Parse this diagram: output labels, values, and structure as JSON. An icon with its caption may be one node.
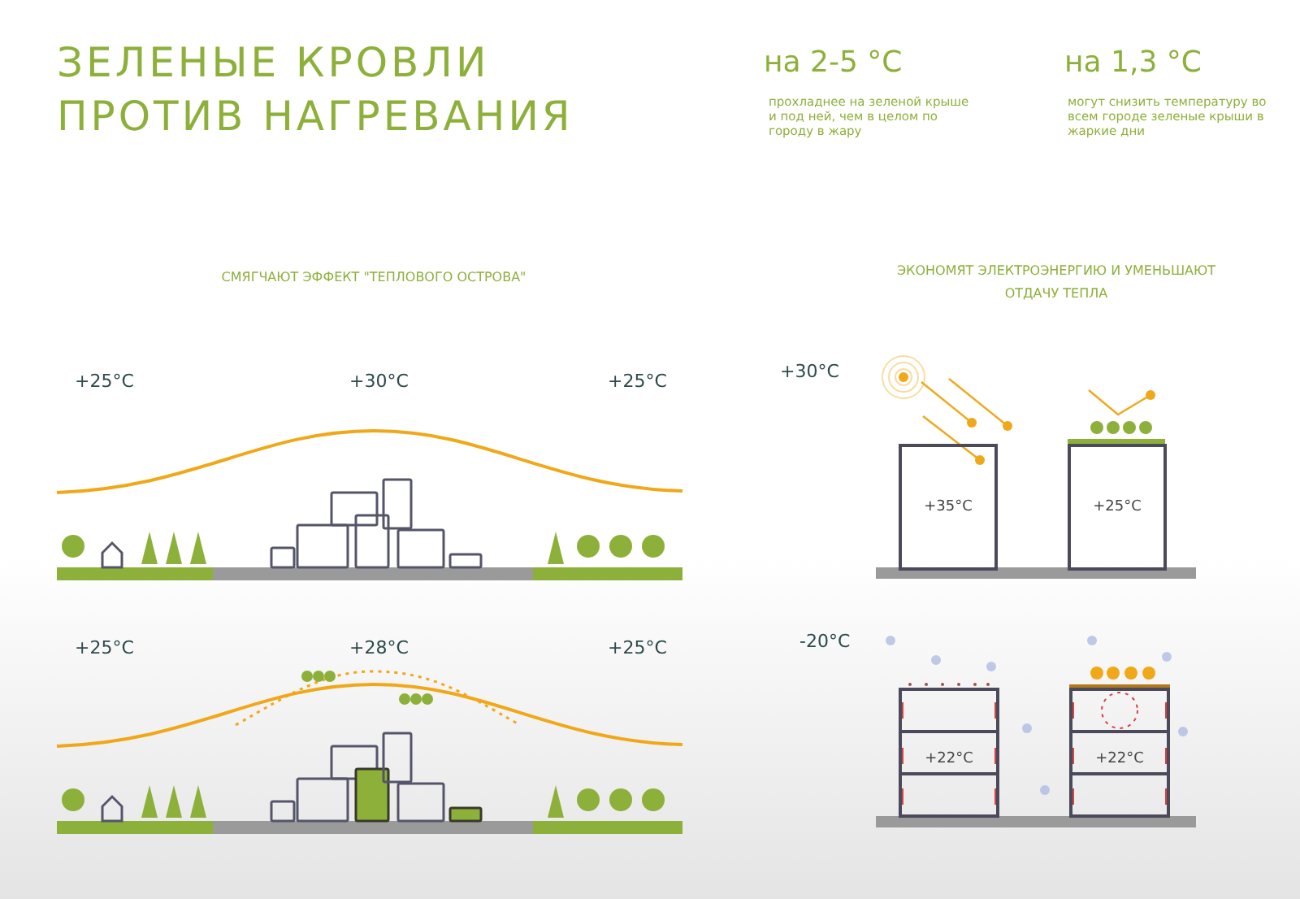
{
  "diagram": {
    "title": "ЗЕЛЕНЫЕ КРОВЛИ ПРОТИВ НАГРЕВАНИЯ",
    "nodes": [
      {
        "text": [
          "+35°C"
        ]
      },
      {
        "text": [
          "+25°C"
        ]
      },
      {
        "text": [
          "+22°C"
        ]
      },
      {
        "text": [
          "+22°C"
        ]
      }
    ],
    "labels": [
      "на 2-5 °C",
      "прохладнее на зеленой крыше и под ней, чем в целом по городу в жару",
      "на 1,3 °C",
      "могут снизить температуру во всем городе зеленые крыши в жаркие дни",
      "СМЯГЧАЮТ ЭФФЕКТ \"ТЕПЛОВОГО ОСТРОВА\"",
      "ЭКОНОМЯТ ЭЛЕКТРОЭНЕРГИЮ И УМЕНЬШАЮТ ОТДАЧУ ТЕПЛА",
      "+25°C",
      "+30°C",
      "+25°C",
      "+30°C",
      "+25°C",
      "+28°C",
      "+25°C",
      "-20°C"
    ]
  }
}
